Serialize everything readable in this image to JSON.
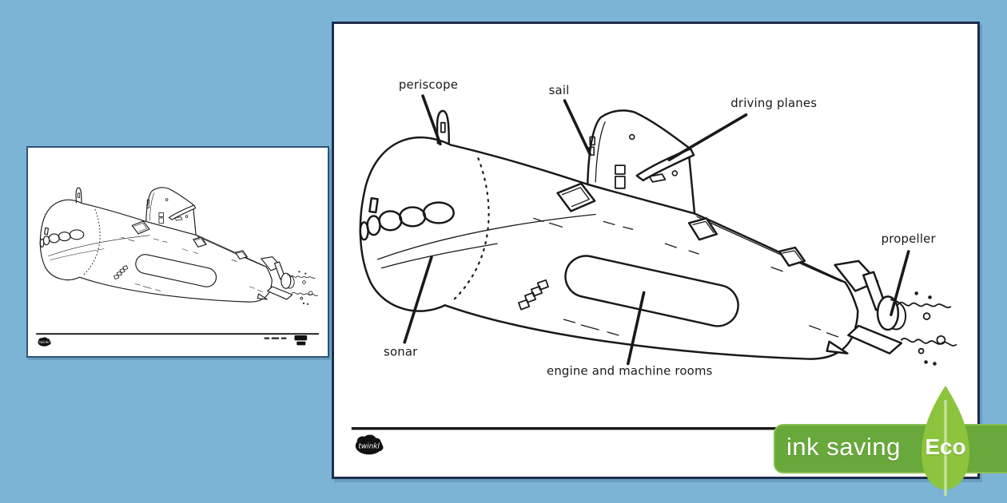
{
  "worksheet": {
    "labels": {
      "periscope": "periscope",
      "sail": "sail",
      "driving_planes": "driving planes",
      "propeller": "propeller",
      "sonar": "sonar",
      "engine": "engine and machine rooms"
    }
  },
  "branding": {
    "logo_text": "twinkl"
  },
  "eco_badge": {
    "ink_saving_label": "ink saving",
    "eco_label": "Eco",
    "rect_color": "#69a83b",
    "leaf_color": "#8cc43e",
    "text_color": "#ffffff"
  },
  "colors": {
    "background": "#7cb4d6",
    "page": "#ffffff",
    "ink": "#191919"
  }
}
